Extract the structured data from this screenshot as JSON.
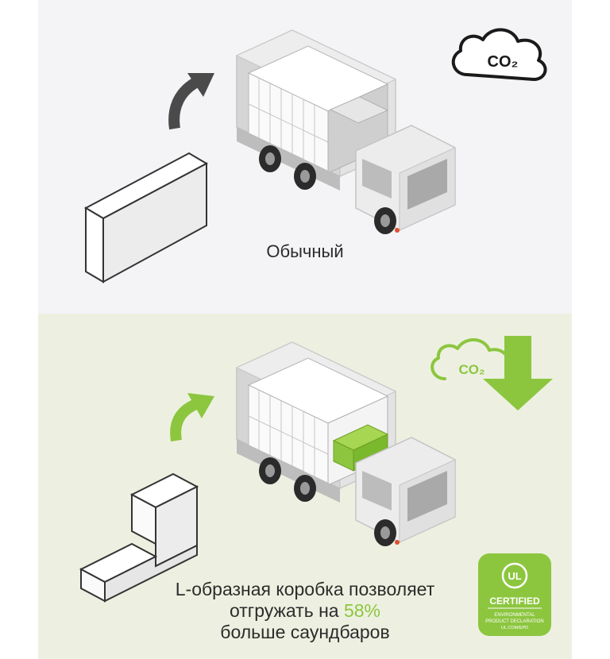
{
  "top_panel": {
    "caption": "Обычный",
    "badge_text": "CO₂"
  },
  "bottom_panel": {
    "caption_line1": "L-образная коробка позволяет",
    "caption_line2_prefix": "отгружать на ",
    "caption_highlight": "58%",
    "caption_line3": "больше саундбаров",
    "badge_text": "CO₂"
  },
  "certification": {
    "brand": "UL",
    "title": "CERTIFIED",
    "line1": "ENVIRONMENTAL",
    "line2": "PRODUCT DECLARATION",
    "line3": "UL.COM/EPD"
  },
  "icons": {
    "top": [
      "box-icon",
      "arrow-icon",
      "truck-icon",
      "co2-cloud-icon"
    ],
    "bottom": [
      "l-box-icon",
      "arrow-icon",
      "truck-icon",
      "co2-cloud-icon",
      "down-arrow-icon",
      "ul-badge-icon"
    ]
  },
  "colors": {
    "accent_green": "#8cc63f",
    "top_background": "#f4f3f6",
    "bottom_background": "#edf0e0",
    "dark_arrow": "#4a4a4a"
  }
}
